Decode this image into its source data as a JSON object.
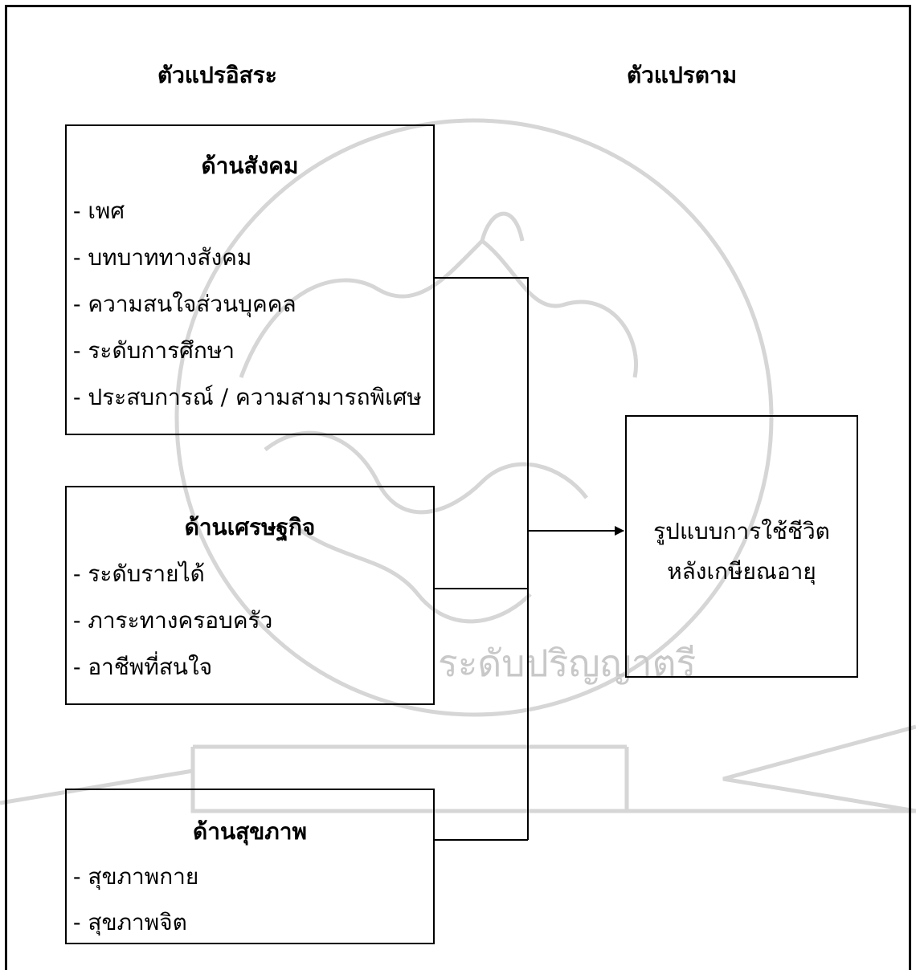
{
  "headers": {
    "independent": "ตัวแปรอิสระ",
    "dependent": "ตัวแปรตาม"
  },
  "boxes": [
    {
      "title": "ด้านสังคม",
      "items": [
        "- เพศ",
        "- บทบาททางสังคม",
        "- ความสนใจส่วนบุคคล",
        "- ระดับการศึกษา",
        "- ประสบการณ์ / ความสามารถพิเศษ"
      ]
    },
    {
      "title": "ด้านเศรษฐกิจ",
      "items": [
        "- ระดับรายได้",
        "- ภาระทางครอบครัว",
        "- อาชีพที่สนใจ"
      ]
    },
    {
      "title": "ด้านสุขภาพ",
      "items": [
        "- สุขภาพกาย",
        "- สุขภาพจิต"
      ]
    }
  ],
  "dependent_box": {
    "lines": [
      "รูปแบบการใช้ชีวิต",
      "หลังเกษียณอายุ"
    ]
  },
  "watermark": {
    "text": "ระดับปริญญาตรี",
    "color": "#c8c8c8"
  }
}
